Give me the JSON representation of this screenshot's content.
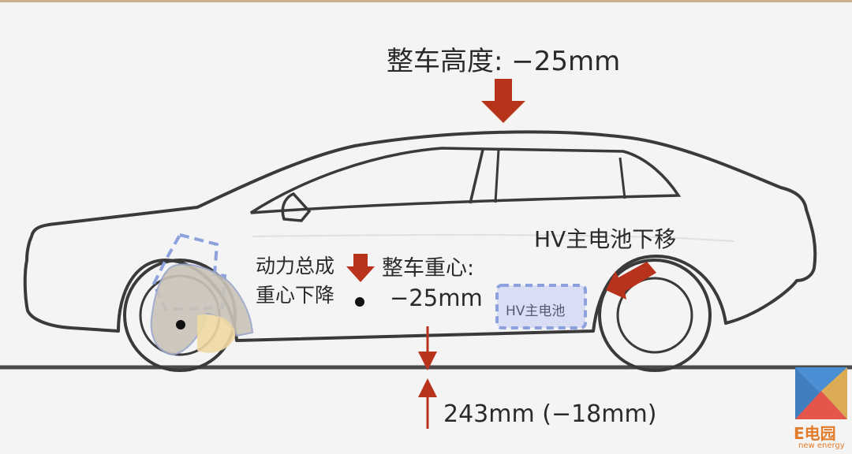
{
  "labels": {
    "vehicle_height": "整车高度: −25mm",
    "battery_move": "HV主电池下移",
    "powertrain_line1": "动力总成",
    "powertrain_line2": "重心下降",
    "cog_line1": "整车重心:",
    "cog_line2": "−25mm",
    "battery_box": "HV主电池",
    "ground_clearance": "243mm (−18mm)"
  },
  "logo": {
    "text": "E电园",
    "subtext": "new energy"
  },
  "colors": {
    "arrow": "#b8321c",
    "car_outline": "#3a3a3a",
    "battery_fill": "#d9def5",
    "battery_border": "#8da2dd",
    "engine_fill": "#c9c3b8",
    "engine_highlight": "#f0d9a2",
    "ground": "#4a4a4a"
  }
}
